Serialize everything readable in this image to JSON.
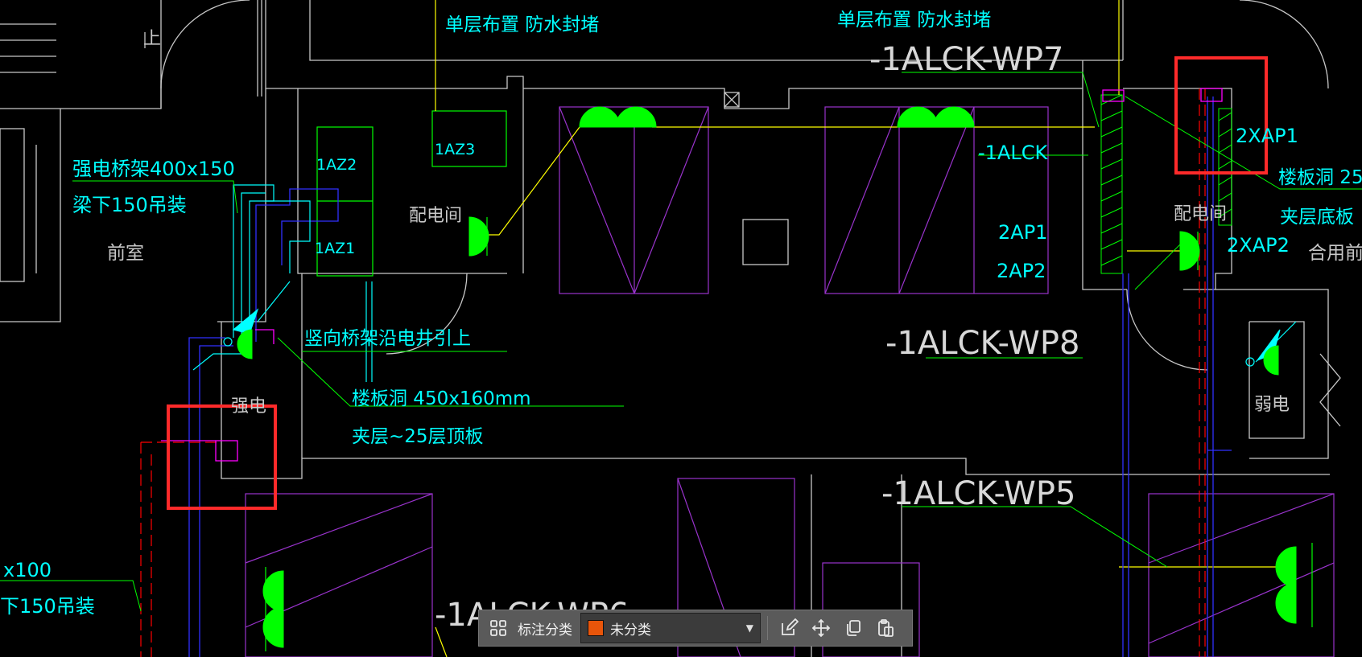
{
  "colors": {
    "background": "#000000",
    "wall": "#c8c8c8",
    "cyan": "#00ffff",
    "green": "#00ff00",
    "yellow": "#ffff00",
    "purple": "#9933cc",
    "blue": "#3030ff",
    "red": "#ff0000",
    "magenta": "#ff00ff",
    "highlight": "#ff2a2a"
  },
  "labels": {
    "waterproof_left": "单层布置 防水封堵",
    "waterproof_right": "单层布置 防水封堵",
    "wp7": "-1ALCK-WP7",
    "wp8": "-1ALCK-WP8",
    "wp5": "-1ALCK-WP5",
    "wp6": "-1ALCK-WP6",
    "alck": "-1ALCK",
    "az3": "1AZ3",
    "az2": "1AZ2",
    "az1": "1AZ1",
    "ap1": "2AP1",
    "ap2": "2AP2",
    "xap1": "2XAP1",
    "xap2": "2XAP2",
    "tray1": "强电桥架400x150",
    "tray2": "梁下150吊装",
    "vertical_tray": "竖向桥架沿电井引上",
    "slab_hole": "楼板洞 450x160mm",
    "mezz": "夹层~25层顶板",
    "slab_hole_right": "楼板洞 25",
    "mezz_right": "夹层底板",
    "shared_front": "合用前室",
    "front_room": "前室",
    "elec_room_left": "配电间",
    "elec_room_right": "配电间",
    "strong": "强电",
    "weak": "弱电",
    "up": "上",
    "tray_bottom1": "x100",
    "tray_bottom2": "下150吊装"
  },
  "toolbar": {
    "category_label": "标注分类",
    "category_value": "未分类",
    "category_color": "#e8550a",
    "icons": [
      "grid-icon",
      "edit-icon",
      "move-icon",
      "copy-icon",
      "paste-icon"
    ]
  }
}
